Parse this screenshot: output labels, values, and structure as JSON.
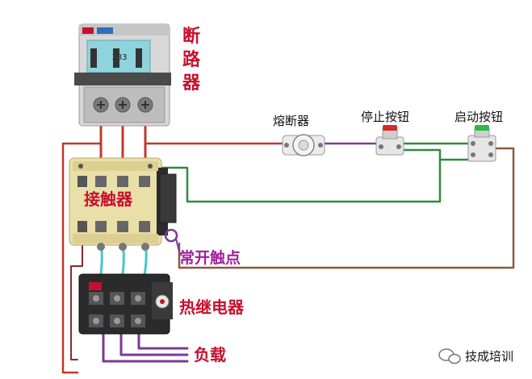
{
  "labels": {
    "breaker": "断路器",
    "contactor": "接触器",
    "fuse": "熔断器",
    "stop_button": "停止按钮",
    "start_button": "启动按钮",
    "no_contact": "常开触点",
    "thermal_relay": "热继电器",
    "load": "负载",
    "watermark": "技成培训"
  },
  "colors": {
    "label_red": "#c8102e",
    "wire_red": "#c0392b",
    "wire_green": "#2e8b3c",
    "wire_purple": "#7b3a96",
    "wire_brown": "#8b5a3c",
    "wire_cyan": "#48c7c7",
    "contactor_body": "#e9dfa8",
    "breaker_body": "#d8d8d8",
    "relay_body": "#2b2b2b",
    "stop_button_cap": "#d62a2a",
    "start_button_cap": "#2fb84a"
  },
  "icons": [
    "breaker-icon",
    "contactor-icon",
    "fuse-icon",
    "stop-button-icon",
    "start-button-icon",
    "thermal-relay-icon",
    "wechat-icon"
  ]
}
